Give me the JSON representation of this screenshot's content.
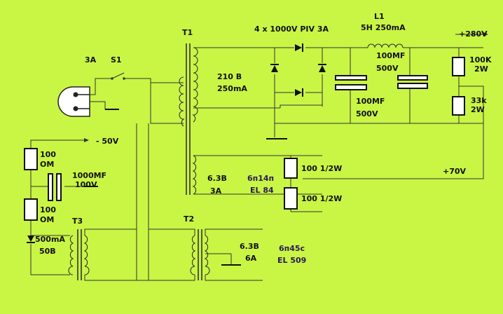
{
  "labels": {
    "fuse": "3A",
    "switch": "S1",
    "t1": "T1",
    "t2": "T2",
    "t3": "T3",
    "t1_sec_v": "210 B",
    "t1_sec_i": "250mA",
    "diodes": "4 x 1000V PIV 3A",
    "l1": "L1",
    "l1_spec": "5H 250mA",
    "plus280": "+280V",
    "cap1_val": "100MF",
    "cap1_volt": "500V",
    "cap2_val": "100MF",
    "cap2_volt": "500V",
    "r100k_val": "100K",
    "r100k_w": "2W",
    "r33k_val": "33k",
    "r33k_w": "2W",
    "plus70": "+70V",
    "minus50": "- 50V",
    "r100_top_val": "100",
    "r100_top_unit": "OM",
    "cap3_val": "1000MF",
    "cap3_volt": "100V",
    "r100_bot_val": "100",
    "r100_bot_unit": "OM",
    "d500_i": "500mA",
    "d500_v": "50B",
    "fil_v": "6.3B",
    "fil_i": "3A",
    "tube1": "6п14п",
    "tube1_alt": "EL 84",
    "rf1": "100 1/2W",
    "rf2": "100 1/2W",
    "t2_sec_v": "6.3B",
    "t2_sec_i": "6A",
    "tube2": "6п45с",
    "tube2_alt": "EL 509"
  },
  "icons": {
    "plug": "ac-socket-icon",
    "ground": "ground-icon"
  },
  "colors": {
    "background": "#c9f545",
    "wire": "#333333",
    "component_fill": "#ffffff"
  }
}
